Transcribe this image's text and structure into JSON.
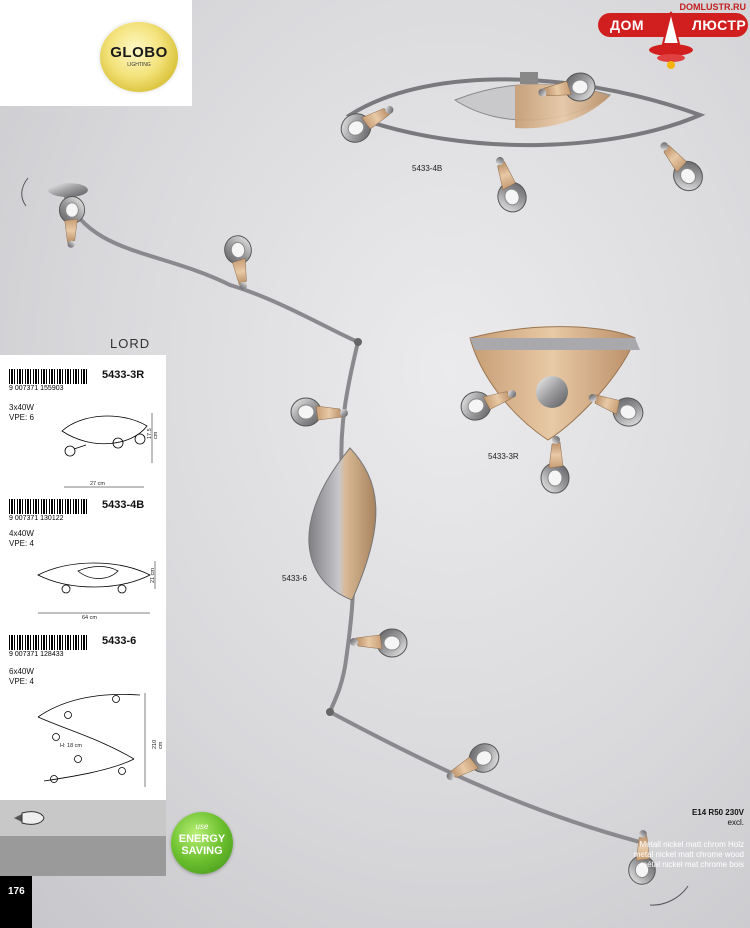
{
  "logo": {
    "brand": "GLOBO",
    "tagline": "LIGHTING"
  },
  "store": {
    "url": "DOMLUSTR.RU",
    "word1": "ДОМ",
    "word2": "ЛЮСТР"
  },
  "collection": "LORD",
  "products": [
    {
      "code": "5433-3R",
      "ean": "9 007371 155903",
      "power": "3x40W",
      "vpe": "VPE: 6",
      "width": "27 cm",
      "height": "17.5 cm"
    },
    {
      "code": "5433-4B",
      "ean": "9 007371 130122",
      "power": "4x40W",
      "vpe": "VPE: 4",
      "width": "64 cm",
      "height": "21 cm"
    },
    {
      "code": "5433-6",
      "ean": "9 007371 128433",
      "power": "6x40W",
      "vpe": "VPE: 4",
      "width": "H: 18 cm",
      "height": "210 cm"
    }
  ],
  "bulb": {
    "line1": "E14 R50 230V",
    "line2": "excl."
  },
  "materials": [
    "Metall nickel matt chrom Holz",
    "metal nickel matt chrome wood",
    "métal nickel mat chrome bois"
  ],
  "energy": {
    "line1": "use",
    "line2": "ENERGY",
    "line3": "SAVING"
  },
  "page_number": "176",
  "scene_labels": {
    "oval": "5433-4B",
    "triangle": "5433-3R",
    "bar": "5433-6"
  },
  "colors": {
    "nickel": "#8e8e92",
    "wood": "#d9b48f",
    "store_red": "#d11f1f",
    "energy_green": "#6cc02e"
  }
}
